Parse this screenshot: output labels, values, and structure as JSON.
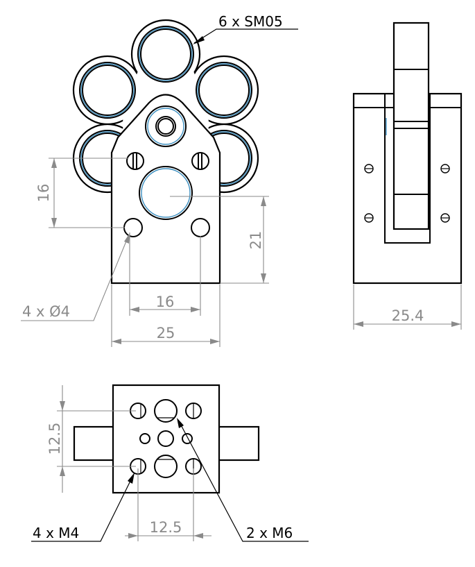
{
  "front_view": {
    "callout_rings": "6 x SM05",
    "callout_holes": "4 x Ø4",
    "dim_vertical_holes": "16",
    "dim_vertical_center": "21",
    "dim_horizontal_holes": "16",
    "dim_width": "25"
  },
  "side_view": {
    "dim_width": "25.4"
  },
  "bottom_view": {
    "dim_vertical": "12.5",
    "dim_horizontal": "12.5",
    "callout_m4": "4 x M4",
    "callout_m6": "2 x M6"
  },
  "colors": {
    "line": "#000000",
    "dimension": "#8a8a8a",
    "hidden_edge": "#3c8fc0"
  }
}
